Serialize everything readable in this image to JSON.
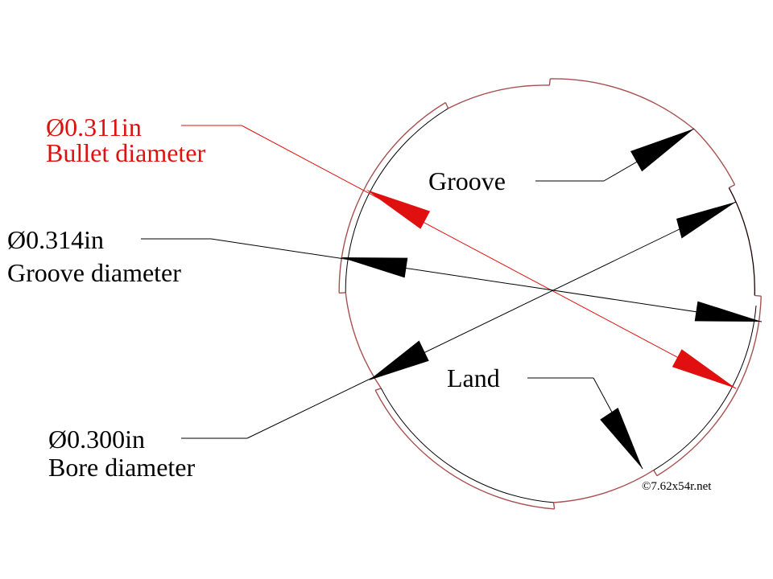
{
  "labels": {
    "bullet_value": "Ø0.311in",
    "bullet_caption": "Bullet diameter",
    "groove_value": "Ø0.314in",
    "groove_caption": "Groove diameter",
    "bore_value": "Ø0.300in",
    "bore_caption": "Bore diameter",
    "groove_callout": "Groove",
    "land_callout": "Land",
    "copyright": "©7.62x54r.net"
  },
  "colors": {
    "bullet": "#e01010",
    "groove": "#000000",
    "bore": "#000000",
    "profile": "#b04040",
    "background": "#ffffff"
  }
}
